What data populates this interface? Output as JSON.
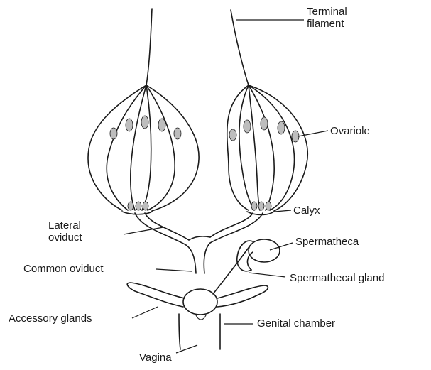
{
  "labels": {
    "terminal_filament": "Terminal\nfilament",
    "ovariole": "Ovariole",
    "calyx": "Calyx",
    "lateral_oviduct": "Lateral\noviduct",
    "spermatheca": "Spermatheca",
    "common_oviduct": "Common oviduct",
    "spermathecal_gland": "Spermathecal gland",
    "accessory_glands": "Accessory glands",
    "genital_chamber": "Genital chamber",
    "vagina": "Vagina"
  }
}
